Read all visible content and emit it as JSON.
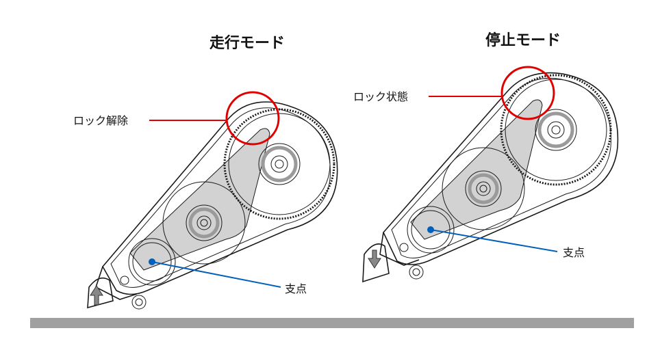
{
  "diagram": {
    "left": {
      "title": "走行モード",
      "lock_label": "ロック解除",
      "pivot_label": "支点",
      "arrow": "up"
    },
    "right": {
      "title": "停止モード",
      "lock_label": "ロック状態",
      "pivot_label": "支点",
      "arrow": "down"
    },
    "colors": {
      "highlight_circle": "#e00000",
      "pivot_point": "#0060bb",
      "ground": "#a0a0a0"
    }
  }
}
